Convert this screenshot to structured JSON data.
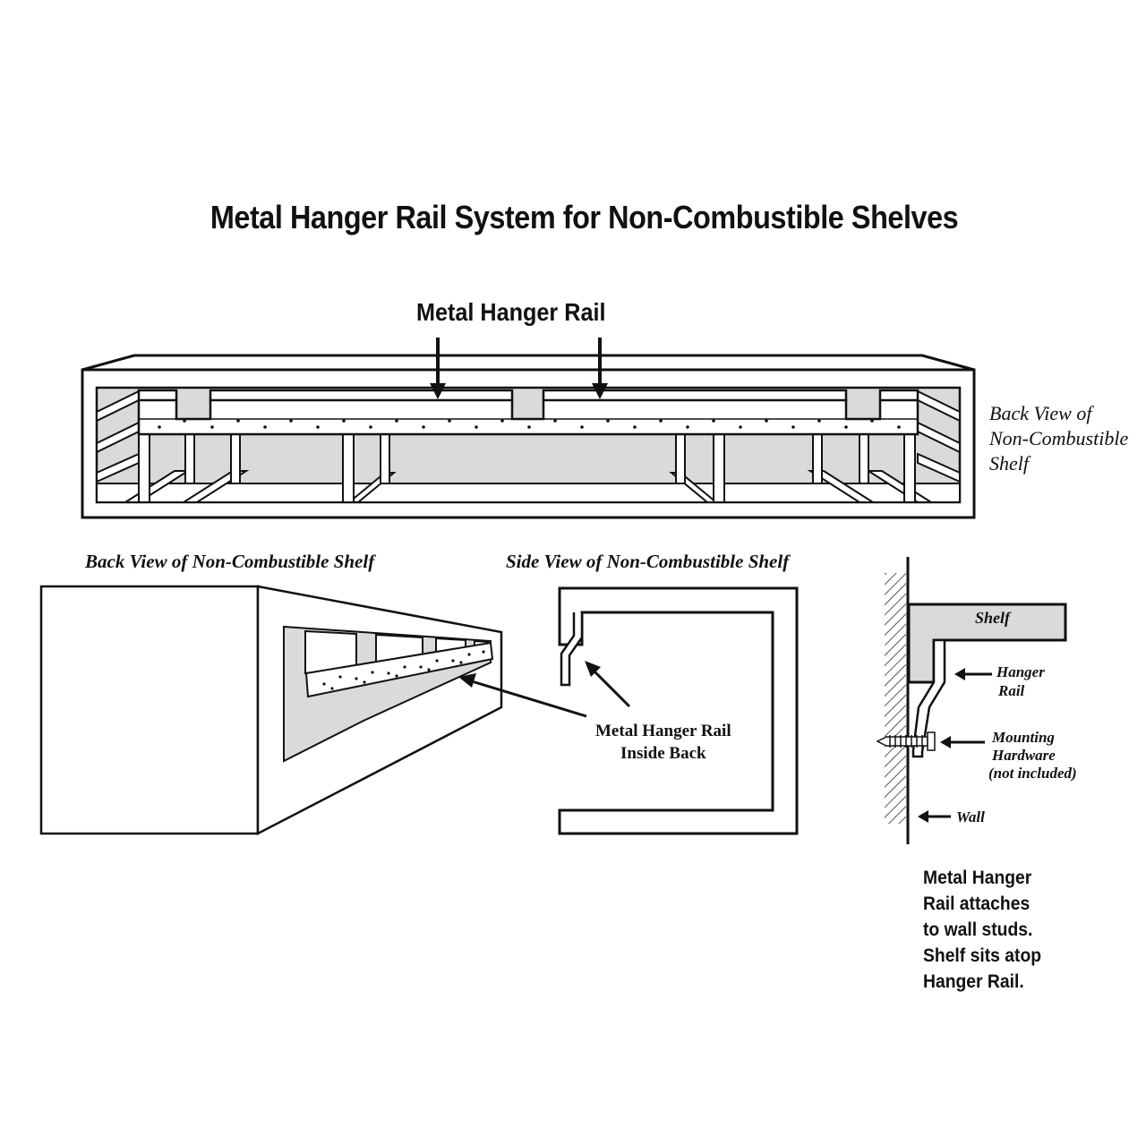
{
  "title": "Metal Hanger Rail System for Non-Combustible Shelves",
  "top_diagram": {
    "rail_label": "Metal Hanger Rail",
    "side_caption": [
      "Back View of",
      "Non-Combustible",
      "Shelf"
    ]
  },
  "perspective_view": {
    "caption": "Back View of Non-Combustible Shelf",
    "callout": [
      "Metal Hanger Rail",
      "Inside Back"
    ]
  },
  "side_view": {
    "caption": "Side View of Non-Combustible Shelf"
  },
  "wall_detail": {
    "shelf_label": "Shelf",
    "hanger_label": [
      "Hanger",
      "Rail"
    ],
    "mounting_label": [
      "Mounting",
      "Hardware",
      "(not included)"
    ],
    "wall_label": "Wall",
    "note": [
      "Metal Hanger",
      "Rail attaches",
      "to wall studs.",
      "Shelf sits atop",
      "Hanger Rail."
    ]
  },
  "colors": {
    "line": "#111111",
    "fill": "#d9dadb",
    "background": "#ffffff"
  }
}
